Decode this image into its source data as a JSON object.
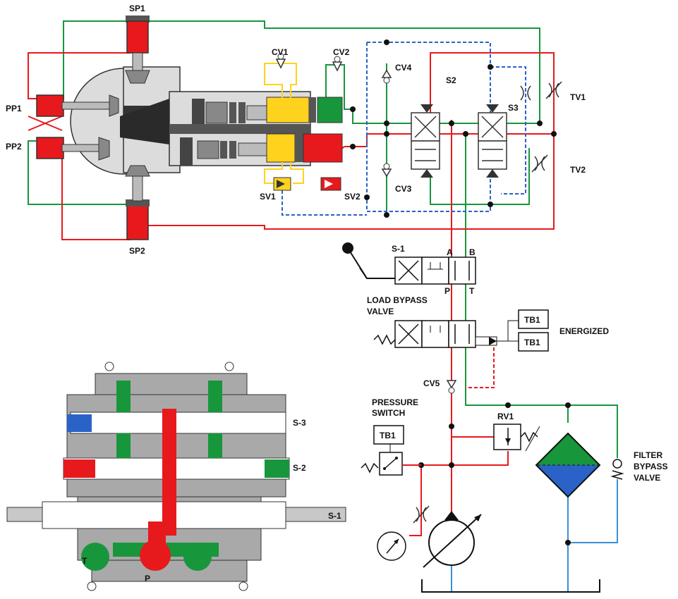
{
  "labels": {
    "sp1": "SP1",
    "sp2": "SP2",
    "pp1": "PP1",
    "pp2": "PP2",
    "cv1": "CV1",
    "cv2": "CV2",
    "cv3": "CV3",
    "cv4": "CV4",
    "cv5": "CV5",
    "sv1": "SV1",
    "sv2": "SV2",
    "s2": "S2",
    "s3": "S3",
    "tv1": "TV1",
    "tv2": "TV2",
    "s1": "S-1",
    "port_a": "A",
    "port_b": "B",
    "port_p": "P",
    "port_t": "T",
    "load_bypass_1": "LOAD BYPASS",
    "load_bypass_2": "VALVE",
    "tb1_a": "TB1",
    "tb1_b": "TB1",
    "tb1_c": "TB1",
    "energized": "ENERGIZED",
    "pressure_switch_1": "PRESSURE",
    "pressure_switch_2": "SWITCH",
    "rv1": "RV1",
    "filter_bypass_1": "FILTER",
    "filter_bypass_2": "BYPASS",
    "filter_bypass_3": "VALVE",
    "block_s3": "S-3",
    "block_s2": "S-2",
    "block_s1": "S-1",
    "block_t": "T",
    "block_p": "P"
  },
  "colors": {
    "pressure_red": "#e8191c",
    "return_green": "#18963c",
    "pilot_blue": "#2a62c8",
    "tank_blue": "#3a8fd8",
    "yellow": "#ffd21e",
    "body_gray": "#a9a9a9",
    "dark": "#333333"
  }
}
